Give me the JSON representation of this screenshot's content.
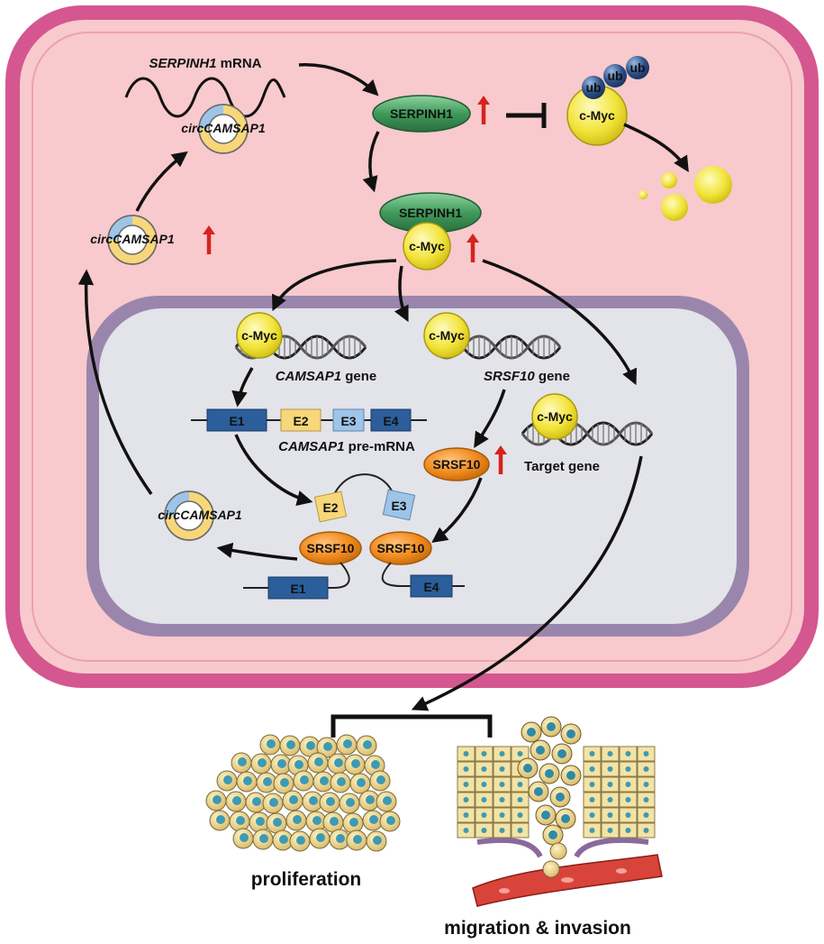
{
  "cytoplasm": {
    "mrna_gene": "SERPINH1",
    "mrna_suffix": " mRNA",
    "circ_prefix": "circ",
    "circ_gene": "CAMSAP1",
    "serpinh1": "SERPINH1",
    "cmyc": "c-Myc",
    "ub": "ub"
  },
  "nucleus": {
    "cmyc": "c-Myc",
    "camsap1_gene": "CAMSAP1",
    "srsf10_gene": "SRSF10",
    "gene_suffix": " gene",
    "target_gene": "Target gene",
    "exons": [
      "E1",
      "E2",
      "E3",
      "E4"
    ],
    "premrna_gene": "CAMSAP1",
    "premrna_suffix": " pre-mRNA",
    "srsf10": "SRSF10",
    "circ_prefix": "circ",
    "circ_gene": "CAMSAP1"
  },
  "outcomes": {
    "proliferation": "proliferation",
    "migration": "migration & invasion"
  },
  "colors": {
    "cell_border": "#d4578f",
    "cytoplasm": "#f8c9cd",
    "nucleus_border": "#9a86ad",
    "nucleus": "#e3e3ea",
    "serpinh1": "#3f9a5a",
    "cmyc": "#f2e43a",
    "srsf10": "#f08a1c",
    "exon_dark": "#2b5e9a",
    "exon_yellow": "#f7d77a",
    "exon_light": "#9ec4e8",
    "up_arrow": "#d6231c",
    "ub": "#2b4f86"
  }
}
